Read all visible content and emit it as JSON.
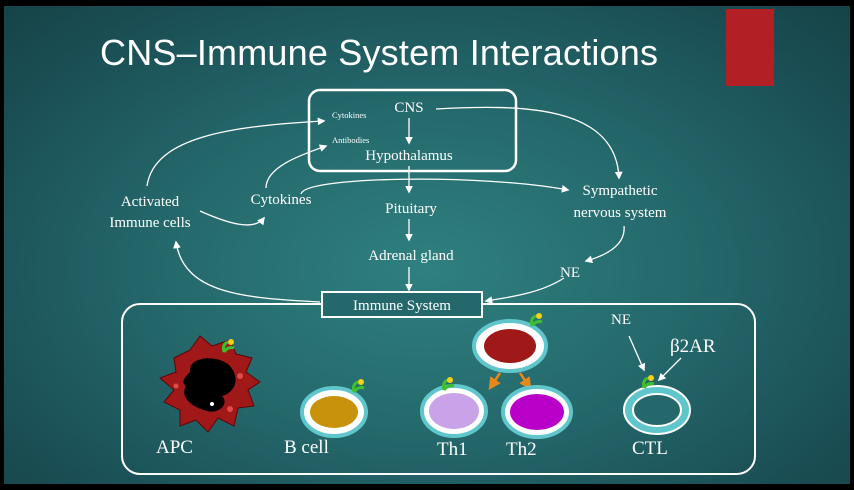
{
  "slide": {
    "title": "CNS–Immune System Interactions",
    "accent_color": "#b21f24",
    "background_color": "#24686b"
  },
  "nodes": {
    "cns": "CNS",
    "cytokines_small": "Cytokines",
    "antibodies_small": "Antibodies",
    "hypothalamus": "Hypothalamus",
    "pituitary": "Pituitary",
    "adrenal": "Adrenal gland",
    "activated_line1": "Activated",
    "activated_line2": "Immune cells",
    "cytokines": "Cytokines",
    "sympathetic_line1": "Sympathetic",
    "sympathetic_line2": "nervous system",
    "ne": "NE",
    "immune_system": "Immune System"
  },
  "cells": {
    "apc": "APC",
    "bcell": "B cell",
    "th1": "Th1",
    "th2": "Th2",
    "ctl": "CTL",
    "ne": "NE",
    "b2ar": "β2AR"
  },
  "colors": {
    "cell_ring": "#5fc6cc",
    "apc_body": "#a01818",
    "bcell_nucleus": "#c8920a",
    "th1_nucleus": "#c9a2e8",
    "th2_nucleus": "#b800c8",
    "precursor_nucleus": "#a01818",
    "receptor": "#3fbf2f",
    "ligand": "#f0d21a",
    "split_arrow": "#e8881a"
  }
}
